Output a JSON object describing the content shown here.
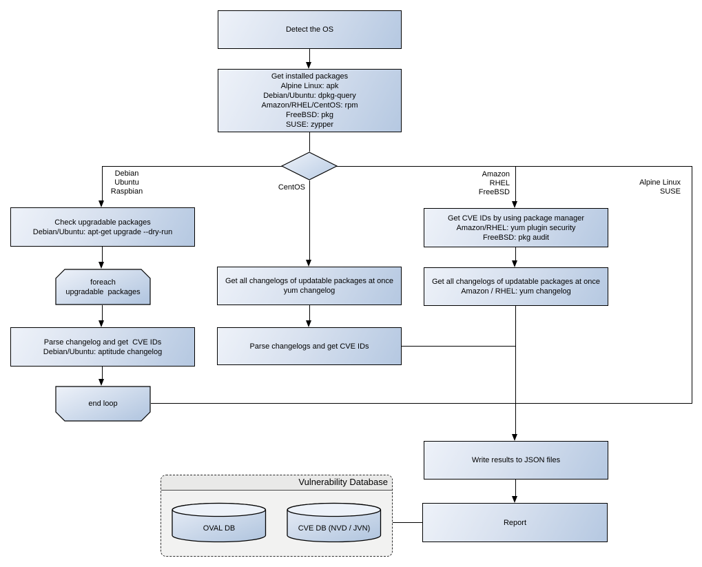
{
  "diagram": {
    "nodes": {
      "detect_os": {
        "label": "Detect the OS"
      },
      "get_installed_packages": {
        "lines": [
          "Get installed packages",
          "Alpine Linux: apk",
          "Debian/Ubuntu: dpkg-query",
          "Amazon/RHEL/CentOS: rpm",
          "FreeBSD: pkg",
          "SUSE: zypper"
        ]
      },
      "check_upgradable": {
        "lines": [
          "Check upgradable packages",
          "Debian/Ubuntu: apt-get upgrade --dry-run"
        ]
      },
      "foreach_loop": {
        "lines": [
          "foreach",
          "upgradable  packages"
        ]
      },
      "parse_changelog_deb": {
        "lines": [
          "Parse changelog and get  CVE IDs",
          "Debian/Ubuntu: aptitude changelog"
        ]
      },
      "end_loop": {
        "label": "end loop"
      },
      "get_changelogs_centos": {
        "lines": [
          "Get all changelogs of updatable packages at once",
          "yum changelog"
        ]
      },
      "parse_changelogs_centos": {
        "label": "Parse changelogs and get CVE IDs"
      },
      "get_cve_ids_pkg_mgr": {
        "lines": [
          "Get CVE IDs by using package manager",
          "Amazon/RHEL: yum plugin security",
          "FreeBSD: pkg audit"
        ]
      },
      "get_changelogs_amazon": {
        "lines": [
          "Get all changelogs of updatable packages at once",
          "Amazon / RHEL: yum changelog"
        ]
      },
      "write_json": {
        "label": "Write results to JSON files"
      },
      "report": {
        "label": "Report"
      }
    },
    "branch_labels": {
      "debian": [
        "Debian",
        "Ubuntu",
        "Raspbian"
      ],
      "centos": "CentOS",
      "amazon": [
        "Amazon",
        "RHEL",
        "FreeBSD"
      ],
      "alpine": [
        "Alpine Linux",
        "SUSE"
      ]
    },
    "vulnerability_database": {
      "title": "Vulnerability Database",
      "oval_db": "OVAL DB",
      "cve_db": "CVE DB (NVD / JVN)"
    },
    "colors": {
      "node_gradient_start": "#eef2f9",
      "node_gradient_end": "#b5c8e1",
      "node_border": "#000000",
      "container_background": "#f2f2f1",
      "container_header": "#e9e9e8",
      "line": "#000000"
    }
  }
}
